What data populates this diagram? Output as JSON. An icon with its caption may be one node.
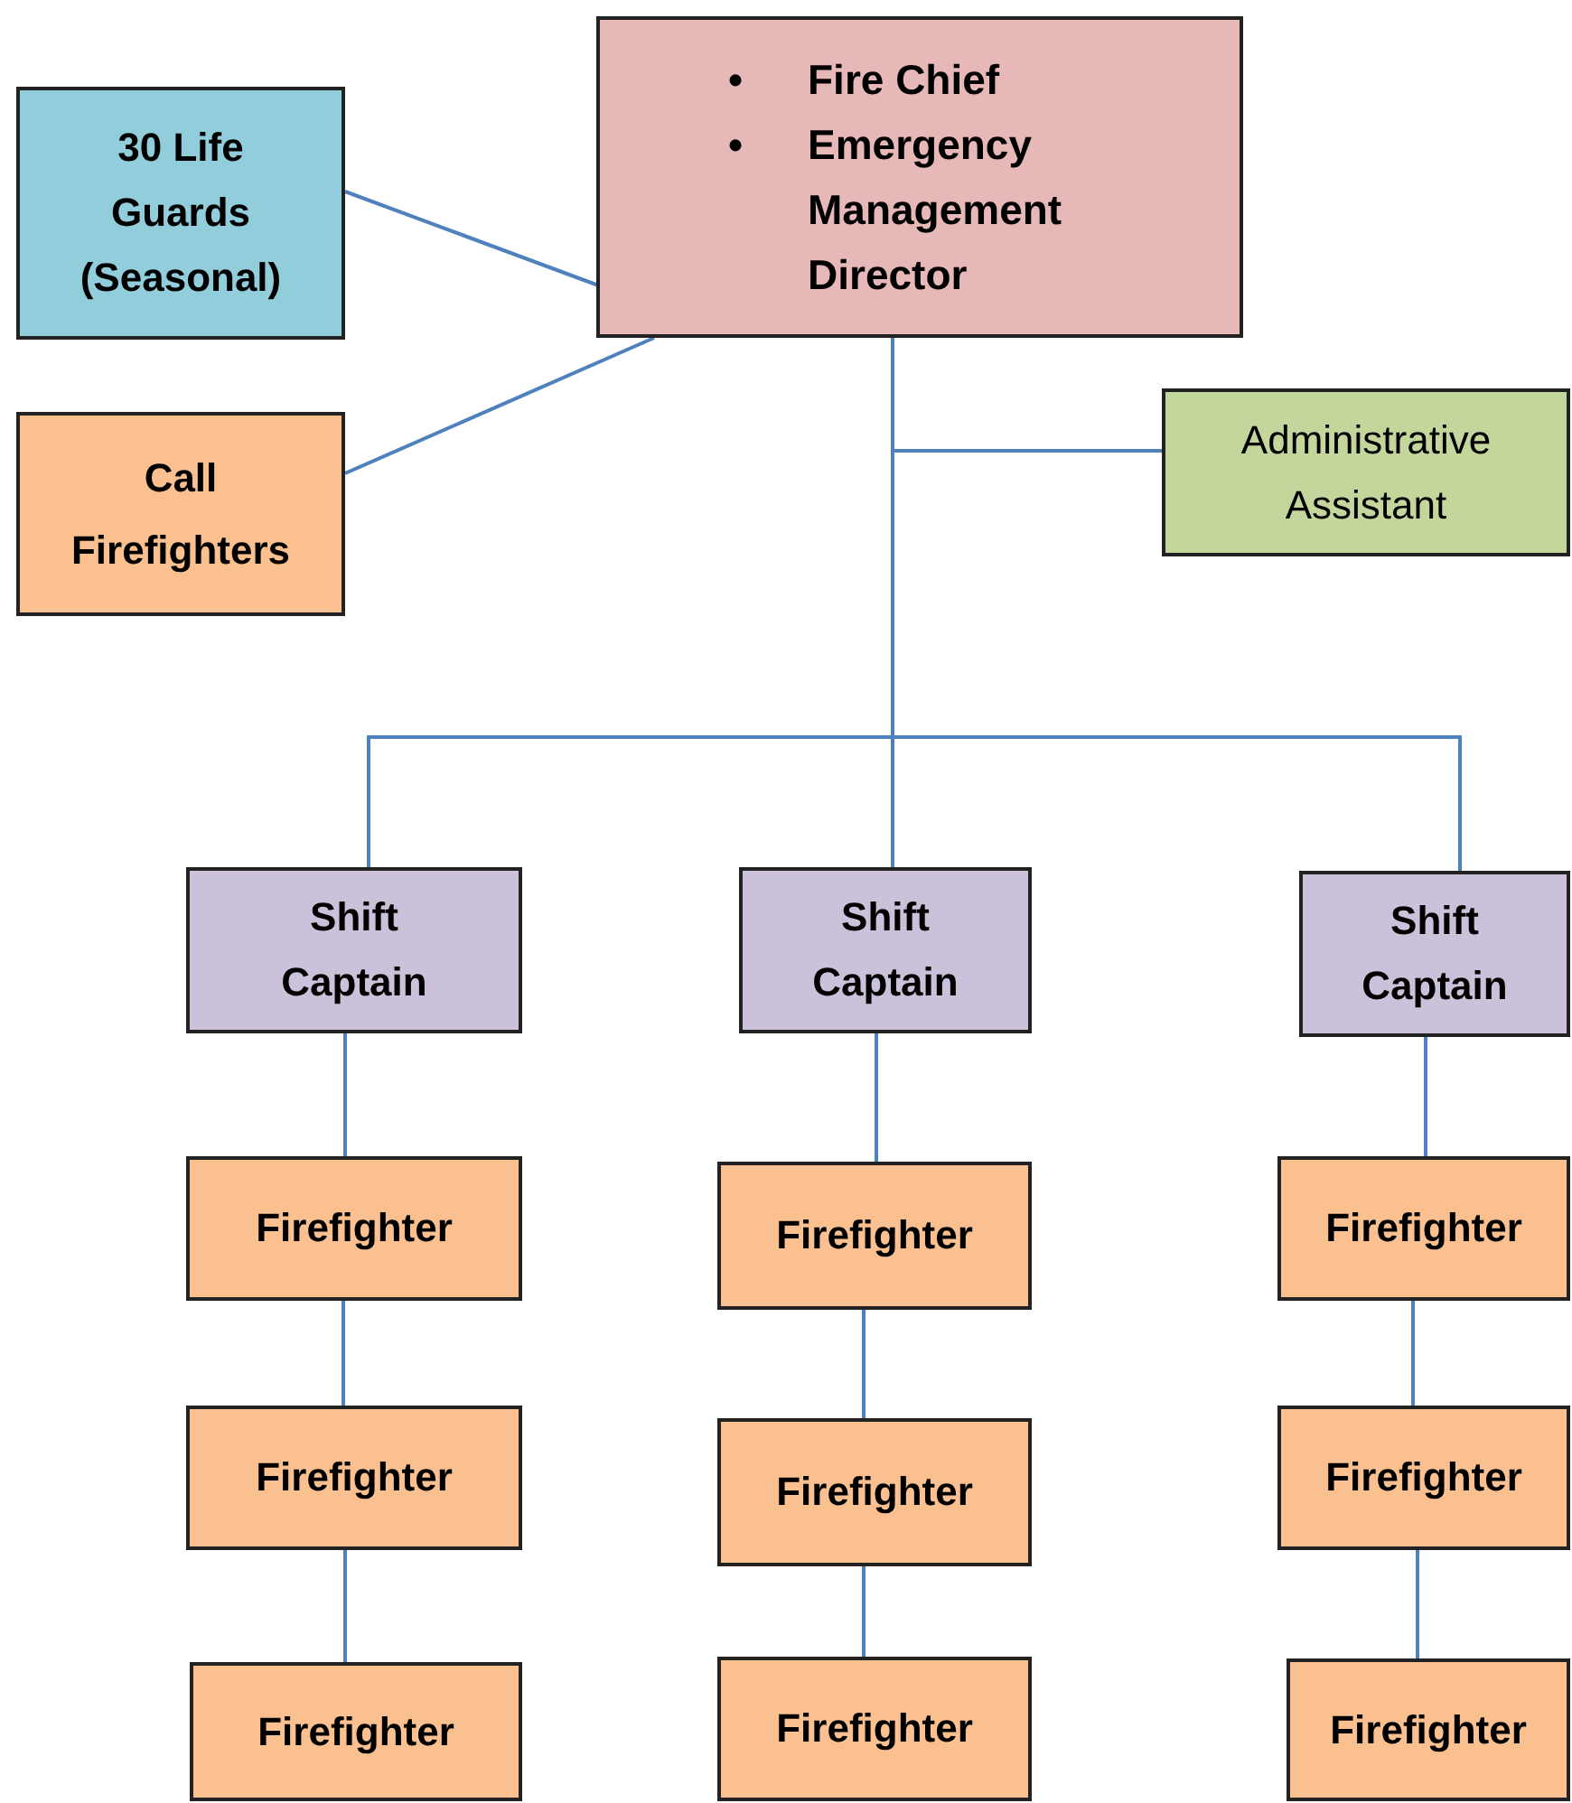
{
  "diagram": {
    "nodes": [
      {
        "text": [
          "Fire Chief",
          "Emergency Management Director"
        ]
      },
      {
        "text": [
          "30 Life Guards (Seasonal)"
        ]
      },
      {
        "text": [
          "Call Firefighters"
        ]
      },
      {
        "text": [
          "Administrative Assistant"
        ]
      },
      {
        "text": [
          "Shift **Captain**"
        ]
      },
      {
        "text": [
          "Shift Captain"
        ]
      },
      {
        "text": [
          "Shift Captain"
        ]
      },
      {
        "text": [
          "Firefighter"
        ]
      },
      {
        "text": [
          "Firefighter"
        ]
      },
      {
        "text": [
          "Firefighter"
        ]
      },
      {
        "text": [
          "Firefighter"
        ]
      },
      {
        "text": [
          "Firefighter"
        ]
      },
      {
        "text": [
          "Firefighter"
        ]
      },
      {
        "text": [
          "Firefighter"
        ]
      },
      {
        "text": [
          "Firefighter"
        ]
      },
      {
        "text": [
          "Firefighter"
        ]
      }
    ],
    "edges": [
      {
        "from": 1,
        "to": 0,
        "arrow": "none"
      },
      {
        "from": 2,
        "to": 0,
        "arrow": "none"
      },
      {
        "from": 0,
        "to": 3,
        "arrow": "none"
      },
      {
        "from": 0,
        "to": 4,
        "arrow": "none"
      },
      {
        "from": 0,
        "to": 5,
        "arrow": "none"
      },
      {
        "from": 0,
        "to": 6,
        "arrow": "none"
      },
      {
        "from": 4,
        "to": 7,
        "arrow": "none"
      },
      {
        "from": 7,
        "to": 10,
        "arrow": "none"
      },
      {
        "from": 10,
        "to": 13,
        "arrow": "none"
      },
      {
        "from": 5,
        "to": 8,
        "arrow": "none"
      },
      {
        "from": 8,
        "to": 11,
        "arrow": "none"
      },
      {
        "from": 11,
        "to": 14,
        "arrow": "none"
      },
      {
        "from": 6,
        "to": 9,
        "arrow": "none"
      },
      {
        "from": 9,
        "to": 12,
        "arrow": "none"
      },
      {
        "from": 12,
        "to": 15,
        "arrow": "none"
      }
    ],
    "labels": [
      "•",
      "•"
    ]
  }
}
